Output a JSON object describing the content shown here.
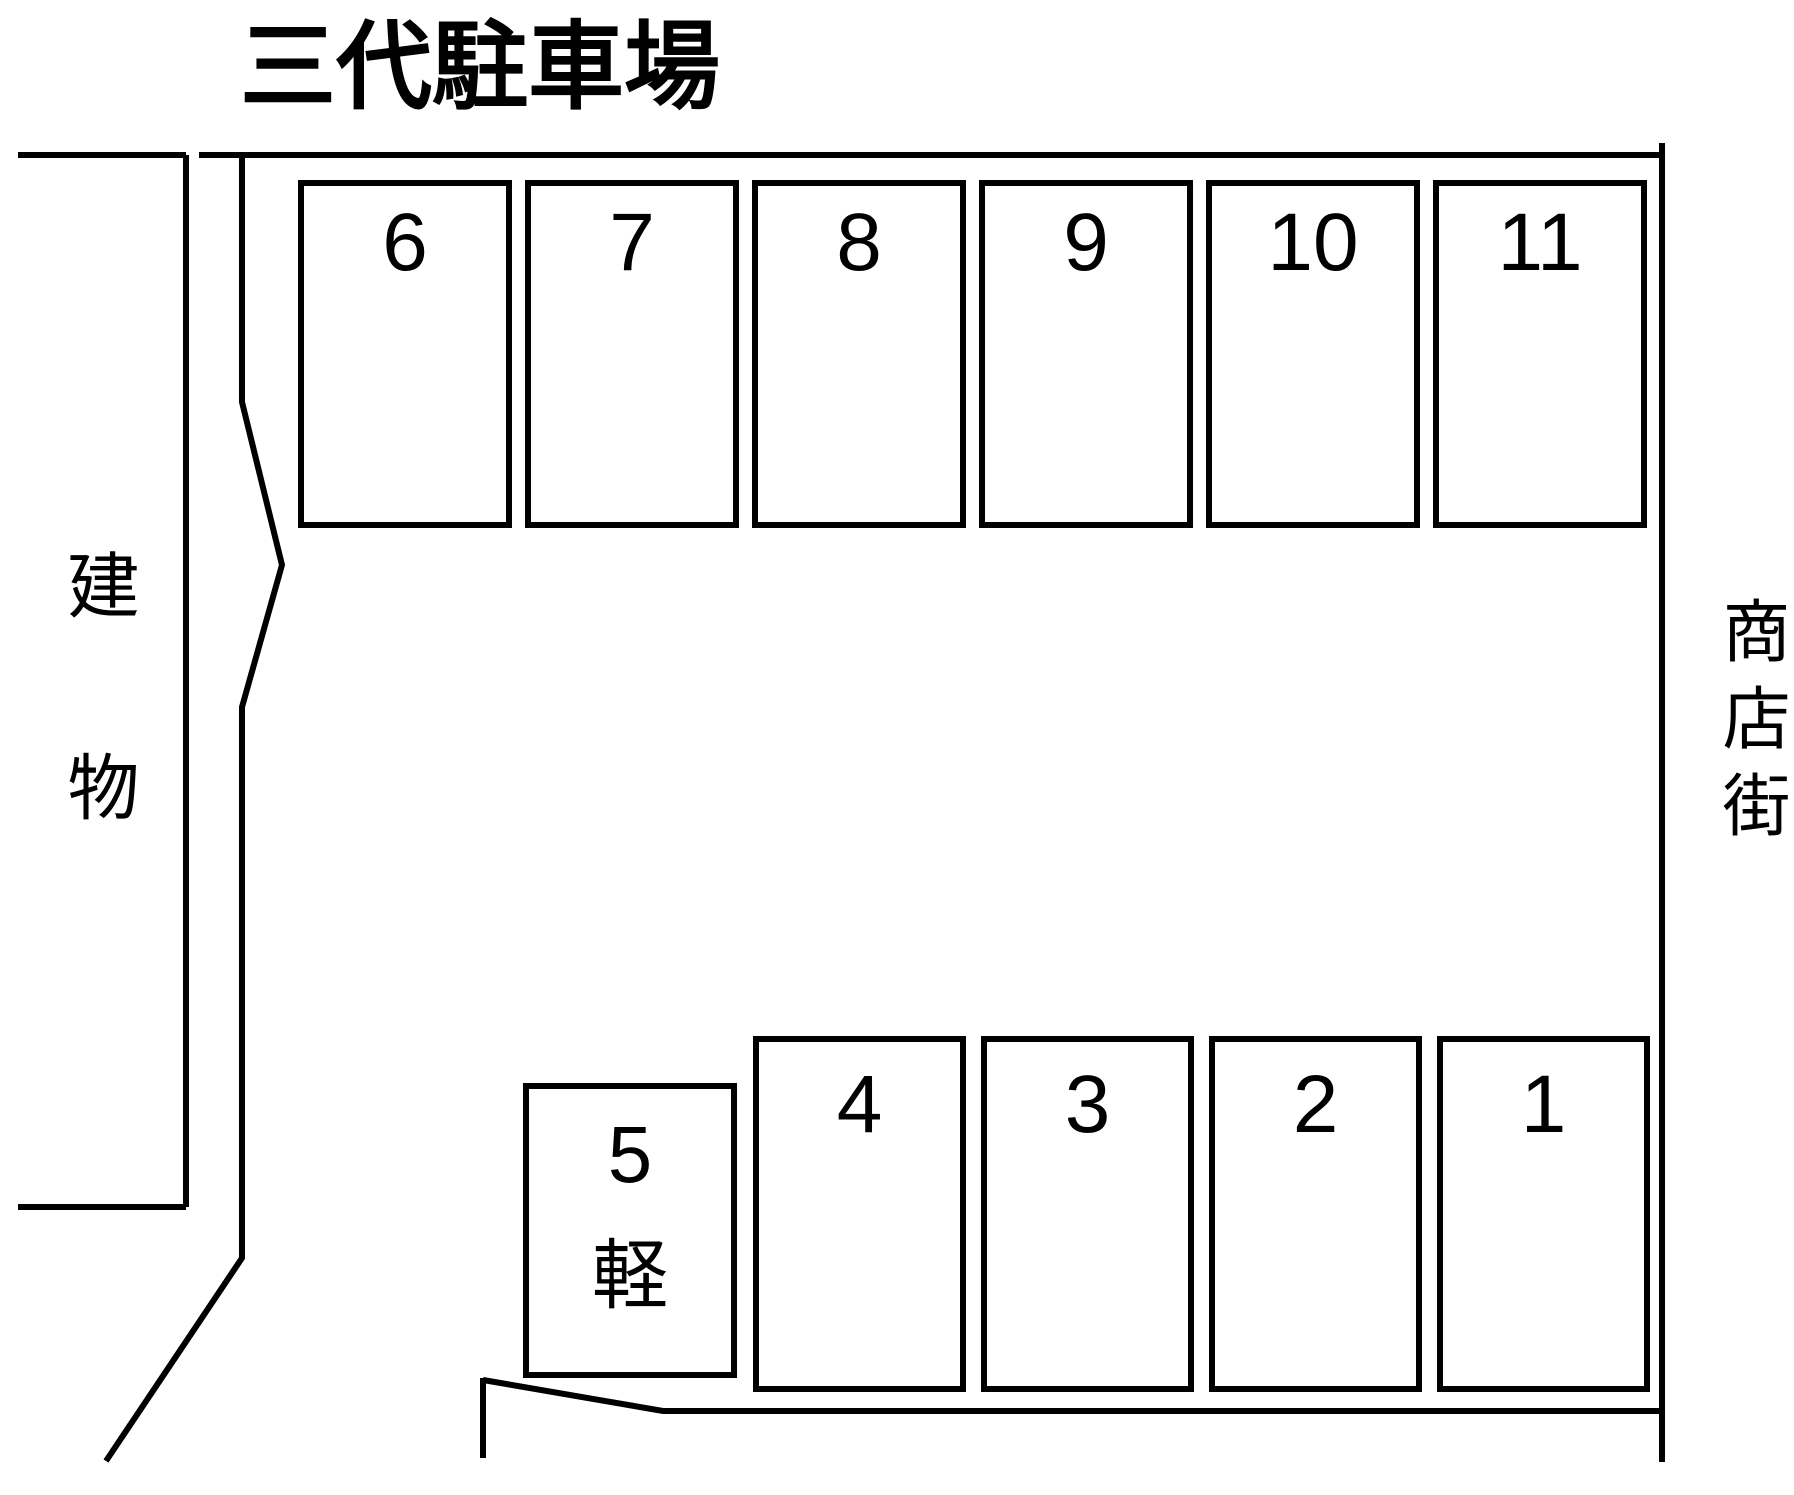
{
  "title": "三代駐車場",
  "labels": {
    "building": "建物",
    "shopping_street": "商店街",
    "kei_type": "軽"
  },
  "parking": {
    "top_row": [
      {
        "number": "6"
      },
      {
        "number": "7"
      },
      {
        "number": "8"
      },
      {
        "number": "9"
      },
      {
        "number": "10"
      },
      {
        "number": "11"
      }
    ],
    "bottom_row": [
      {
        "number": "4"
      },
      {
        "number": "3"
      },
      {
        "number": "2"
      },
      {
        "number": "1"
      }
    ],
    "kei_space": {
      "number": "5",
      "type_label": "軽"
    }
  },
  "colors": {
    "line": "#000000",
    "background": "#ffffff",
    "text": "#000000"
  }
}
